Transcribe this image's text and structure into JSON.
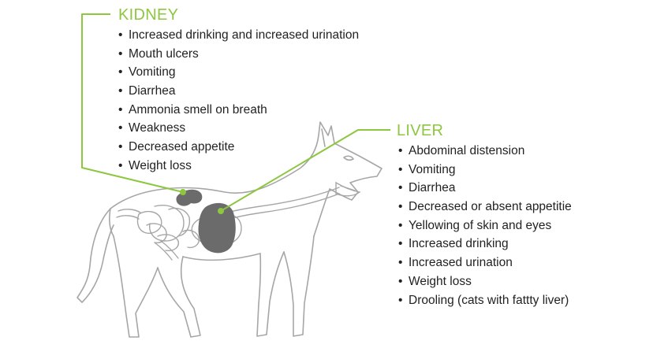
{
  "colors": {
    "accent": "#8dc63f",
    "outline": "#a6a6a6",
    "organ": "#6b6b6b",
    "text": "#222222"
  },
  "kidney": {
    "title": "KIDNEY",
    "symptoms": [
      "Increased drinking and increased urination",
      "Mouth ulcers",
      "Vomiting",
      "Diarrhea",
      "Ammonia smell on breath",
      "Weakness",
      "Decreased appetite",
      "Weight loss"
    ]
  },
  "liver": {
    "title": "LIVER",
    "symptoms": [
      "Abdominal distension",
      "Vomiting",
      "Diarrhea",
      "Decreased or absent appetitie",
      "Yellowing of skin and eyes",
      "Increased drinking",
      "Increased urination",
      "Weight loss",
      "Drooling (cats with fattty liver)"
    ]
  }
}
